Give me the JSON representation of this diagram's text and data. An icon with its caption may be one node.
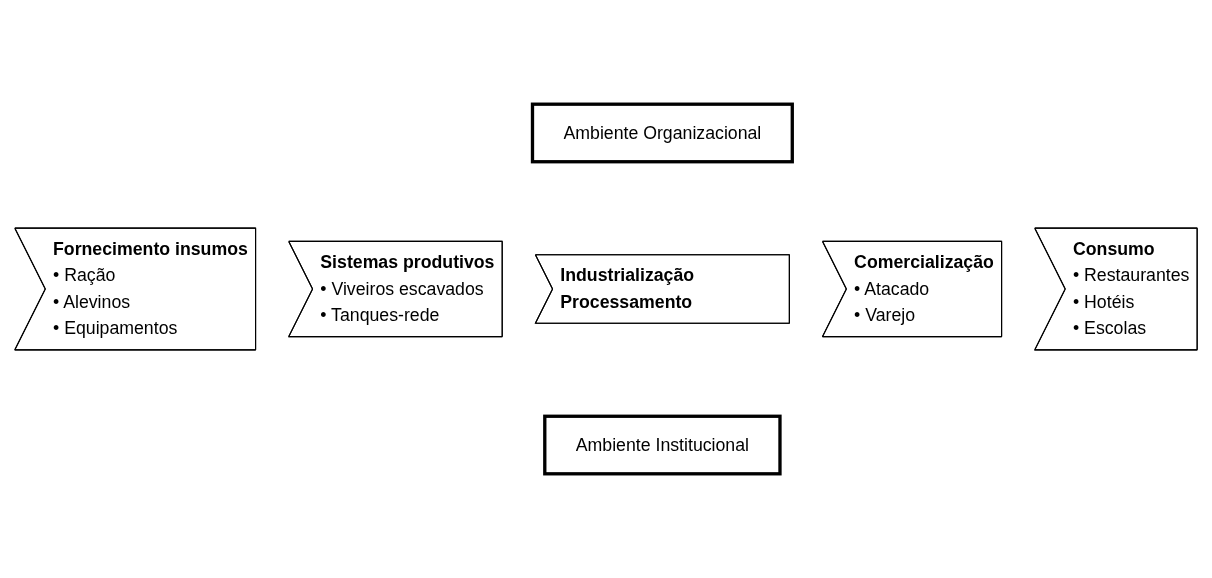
{
  "diagram": {
    "nodes": [
      {
        "text": [
          "Ambiente Organizacional"
        ]
      },
      {
        "text": [
          "Fornecimento insumos",
          "• Ração",
          "• Alevinos",
          "• Equipamentos"
        ]
      },
      {
        "text": [
          "Sistemas produtivos",
          "• Viveiros escavados",
          "• Tanques-rede"
        ]
      },
      {
        "text": [
          "Industrialização Processamento"
        ]
      },
      {
        "text": [
          "Comercialização",
          "• Atacado",
          "• Varejo"
        ]
      },
      {
        "text": [
          "Consumo",
          "• Restaurantes",
          "• Hotéis",
          "• Escolas"
        ]
      },
      {
        "text": [
          "Ambiente Institucional"
        ]
      }
    ],
    "edges": []
  }
}
